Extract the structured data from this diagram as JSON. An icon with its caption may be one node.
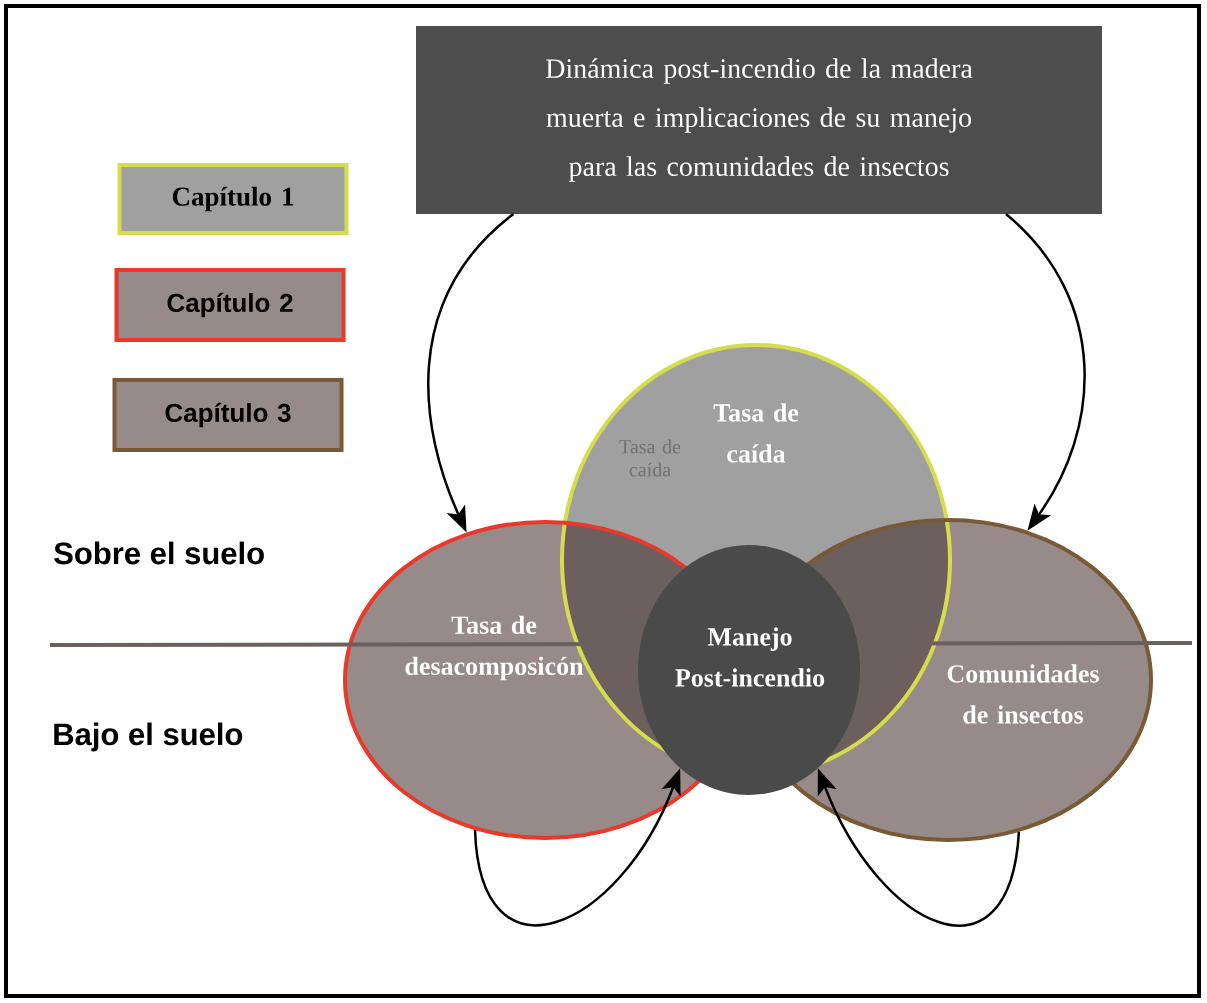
{
  "diagram": {
    "nodes": [
      {
        "text": [
          "Dinámica post-incendio de la madera muerta e implicaciones de su manejo para las comunidades de insectos"
        ]
      },
      {
        "text": [
          "Capítulo 1"
        ]
      },
      {
        "text": [
          "Capítulo 2"
        ]
      },
      {
        "text": [
          "Capítulo 3"
        ]
      },
      {
        "text": [
          "Tasa de caída"
        ]
      },
      {
        "text": [
          "Tasa de desacomposicón"
        ]
      },
      {
        "text": [
          "Comunidades de insectos"
        ]
      },
      {
        "text": [
          "Manejo Post-incendio"
        ]
      }
    ],
    "edges": [
      {
        "from": 0,
        "to": 5,
        "arrow": "to"
      },
      {
        "from": 0,
        "to": 6,
        "arrow": "to"
      },
      {
        "from": 5,
        "to": 7,
        "arrow": "to"
      },
      {
        "from": 6,
        "to": 7,
        "arrow": "to"
      }
    ],
    "labels": [
      "Tasa de caída",
      "Sobre el suelo",
      "Bajo el suelo"
    ]
  }
}
